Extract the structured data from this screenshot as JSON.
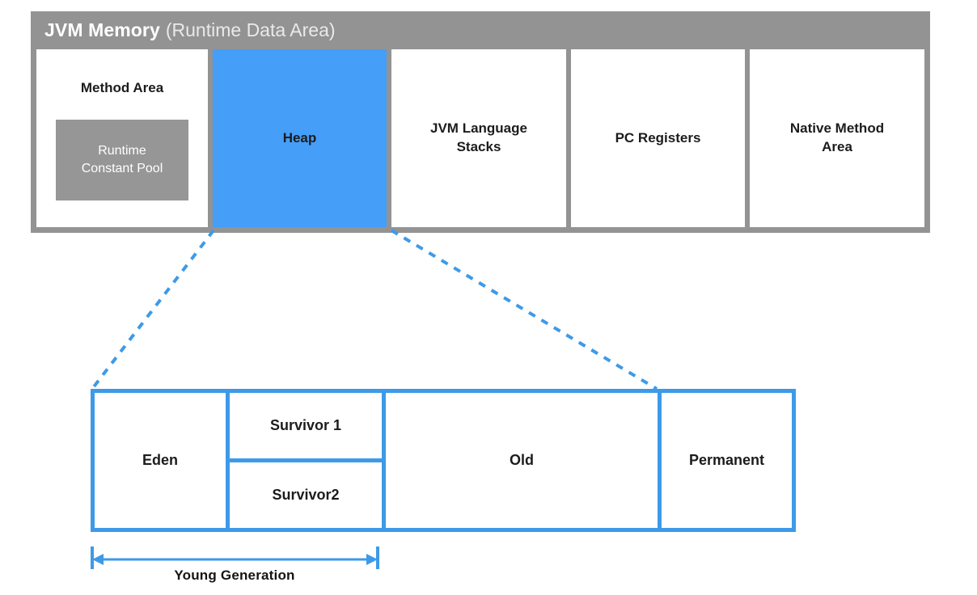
{
  "diagram": {
    "title_bold": "JVM Memory",
    "title_light": "(Runtime Data Area)",
    "colors": {
      "header_gray": "#939393",
      "inner_gray": "#969696",
      "heap_blue": "#459ef7",
      "outline_blue": "#3d9ae8",
      "text_dark": "#1c1c1c",
      "white": "#ffffff"
    }
  },
  "runtime_data_area": {
    "regions": [
      {
        "label": "Method Area",
        "nested_label": "Runtime\nConstant Pool",
        "highlight": false
      },
      {
        "label": "Heap",
        "highlight": true
      },
      {
        "label": "JVM Language Stacks",
        "highlight": false
      },
      {
        "label": "PC Registers",
        "highlight": false
      },
      {
        "label": "Native Method Area",
        "highlight": false
      }
    ],
    "method_area": {
      "label": "Method Area",
      "runtime_constant_pool_line1": "Runtime",
      "runtime_constant_pool_line2": "Constant Pool"
    },
    "heap": {
      "label": "Heap"
    },
    "jvm_language_stacks": {
      "line1": "JVM Language",
      "line2": "Stacks"
    },
    "pc_registers": {
      "label": "PC Registers"
    },
    "native_method_area": {
      "line1": "Native Method",
      "line2": "Area"
    }
  },
  "heap_detail": {
    "eden": {
      "label": "Eden"
    },
    "survivor_1": {
      "label": "Survivor 1"
    },
    "survivor_2": {
      "label": "Survivor2"
    },
    "old": {
      "label": "Old"
    },
    "permanent": {
      "label": "Permanent"
    },
    "young_generation_measure": {
      "label": "Young Generation"
    }
  }
}
